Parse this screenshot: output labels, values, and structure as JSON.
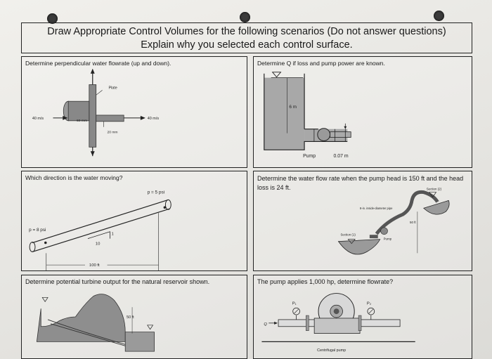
{
  "header": {
    "line1": "Draw Appropriate Control Volumes for the following scenarios (Do not answer questions)",
    "line2": "Explain why you selected each control surface."
  },
  "panels": {
    "p1": {
      "prompt": "Determine perpendicular water flowrate (up and down).",
      "labels": {
        "plate": "Plate",
        "vin": "40 m/s",
        "vout": "40 m/s",
        "d1": "60 mm",
        "d2": "20 mm"
      }
    },
    "p2": {
      "prompt": "Determine Q if loss and pump power are known.",
      "labels": {
        "height": "6 m",
        "pump": "Pump",
        "diameter": "0.07 m"
      }
    },
    "p3": {
      "prompt": "Which direction is the water moving?",
      "labels": {
        "p_top": "p = 5 psi",
        "p_bottom": "p = 8 psi",
        "rise": "1",
        "run": "10",
        "length": "100 ft"
      }
    },
    "p4": {
      "prompt": "Determine the water flow rate when the pump head is 150 ft and the head loss is 24 ft.",
      "labels": {
        "section2": "Section (2)",
        "pipe": "8-in. inside-diameter pipe",
        "height": "50 ft",
        "section1": "Section (1)",
        "pump": "Pump"
      }
    },
    "p5": {
      "prompt": "Determine potential turbine output for the natural reservoir shown.",
      "labels": {
        "height": "50 ft"
      }
    },
    "p6": {
      "prompt": "The pump applies 1,000 hp, determine flowrate?",
      "labels": {
        "q": "Q",
        "p1": "P₁",
        "p2": "P₂",
        "caption": "Centrifugal pump"
      }
    }
  }
}
